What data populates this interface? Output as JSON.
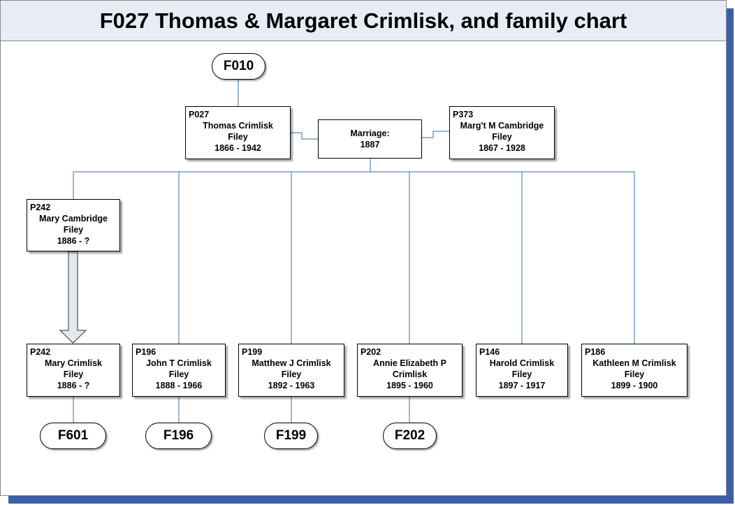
{
  "title": "F027 Thomas & Margaret Crimlisk, and family chart",
  "parent_family": "F010",
  "father": {
    "id": "P027",
    "name": "Thomas Crimlisk",
    "place": "Filey",
    "dates": "1866 - 1942"
  },
  "mother": {
    "id": "P373",
    "name": "Marg't M Cambridge",
    "place": "Filey",
    "dates": "1867 - 1928"
  },
  "marriage": {
    "label": "Marriage:",
    "year": "1887"
  },
  "pre_marriage_child": {
    "id": "P242",
    "name": "Mary Cambridge",
    "place": "Filey",
    "dates": "1886 - ?"
  },
  "children": [
    {
      "id": "P242",
      "name": "Mary Crimlisk",
      "place": "Filey",
      "dates": "1886 -  ?",
      "family": "F601"
    },
    {
      "id": "P196",
      "name": "John T Crimlisk",
      "place": "Filey",
      "dates": "1888 - 1966",
      "family": "F196"
    },
    {
      "id": "P199",
      "name": "Matthew J Crimlisk",
      "place": "Filey",
      "dates": "1892 - 1963",
      "family": "F199"
    },
    {
      "id": "P202",
      "name": "Annie Elizabeth P",
      "place": "Crimlisk",
      "dates": "1895 - 1960",
      "family": "F202"
    },
    {
      "id": "P146",
      "name": "Harold Crimlisk",
      "place": "Filey",
      "dates": "1897 - 1917",
      "family": ""
    },
    {
      "id": "P186",
      "name": "Kathleen M Crimlisk",
      "place": "Filey",
      "dates": "1899 - 1900",
      "family": ""
    }
  ],
  "colors": {
    "line": "#5b88b8",
    "shadow": "#3a5fa8",
    "title_bg": "#e8ecf5",
    "arrow_fill": "#e4e8f1"
  }
}
